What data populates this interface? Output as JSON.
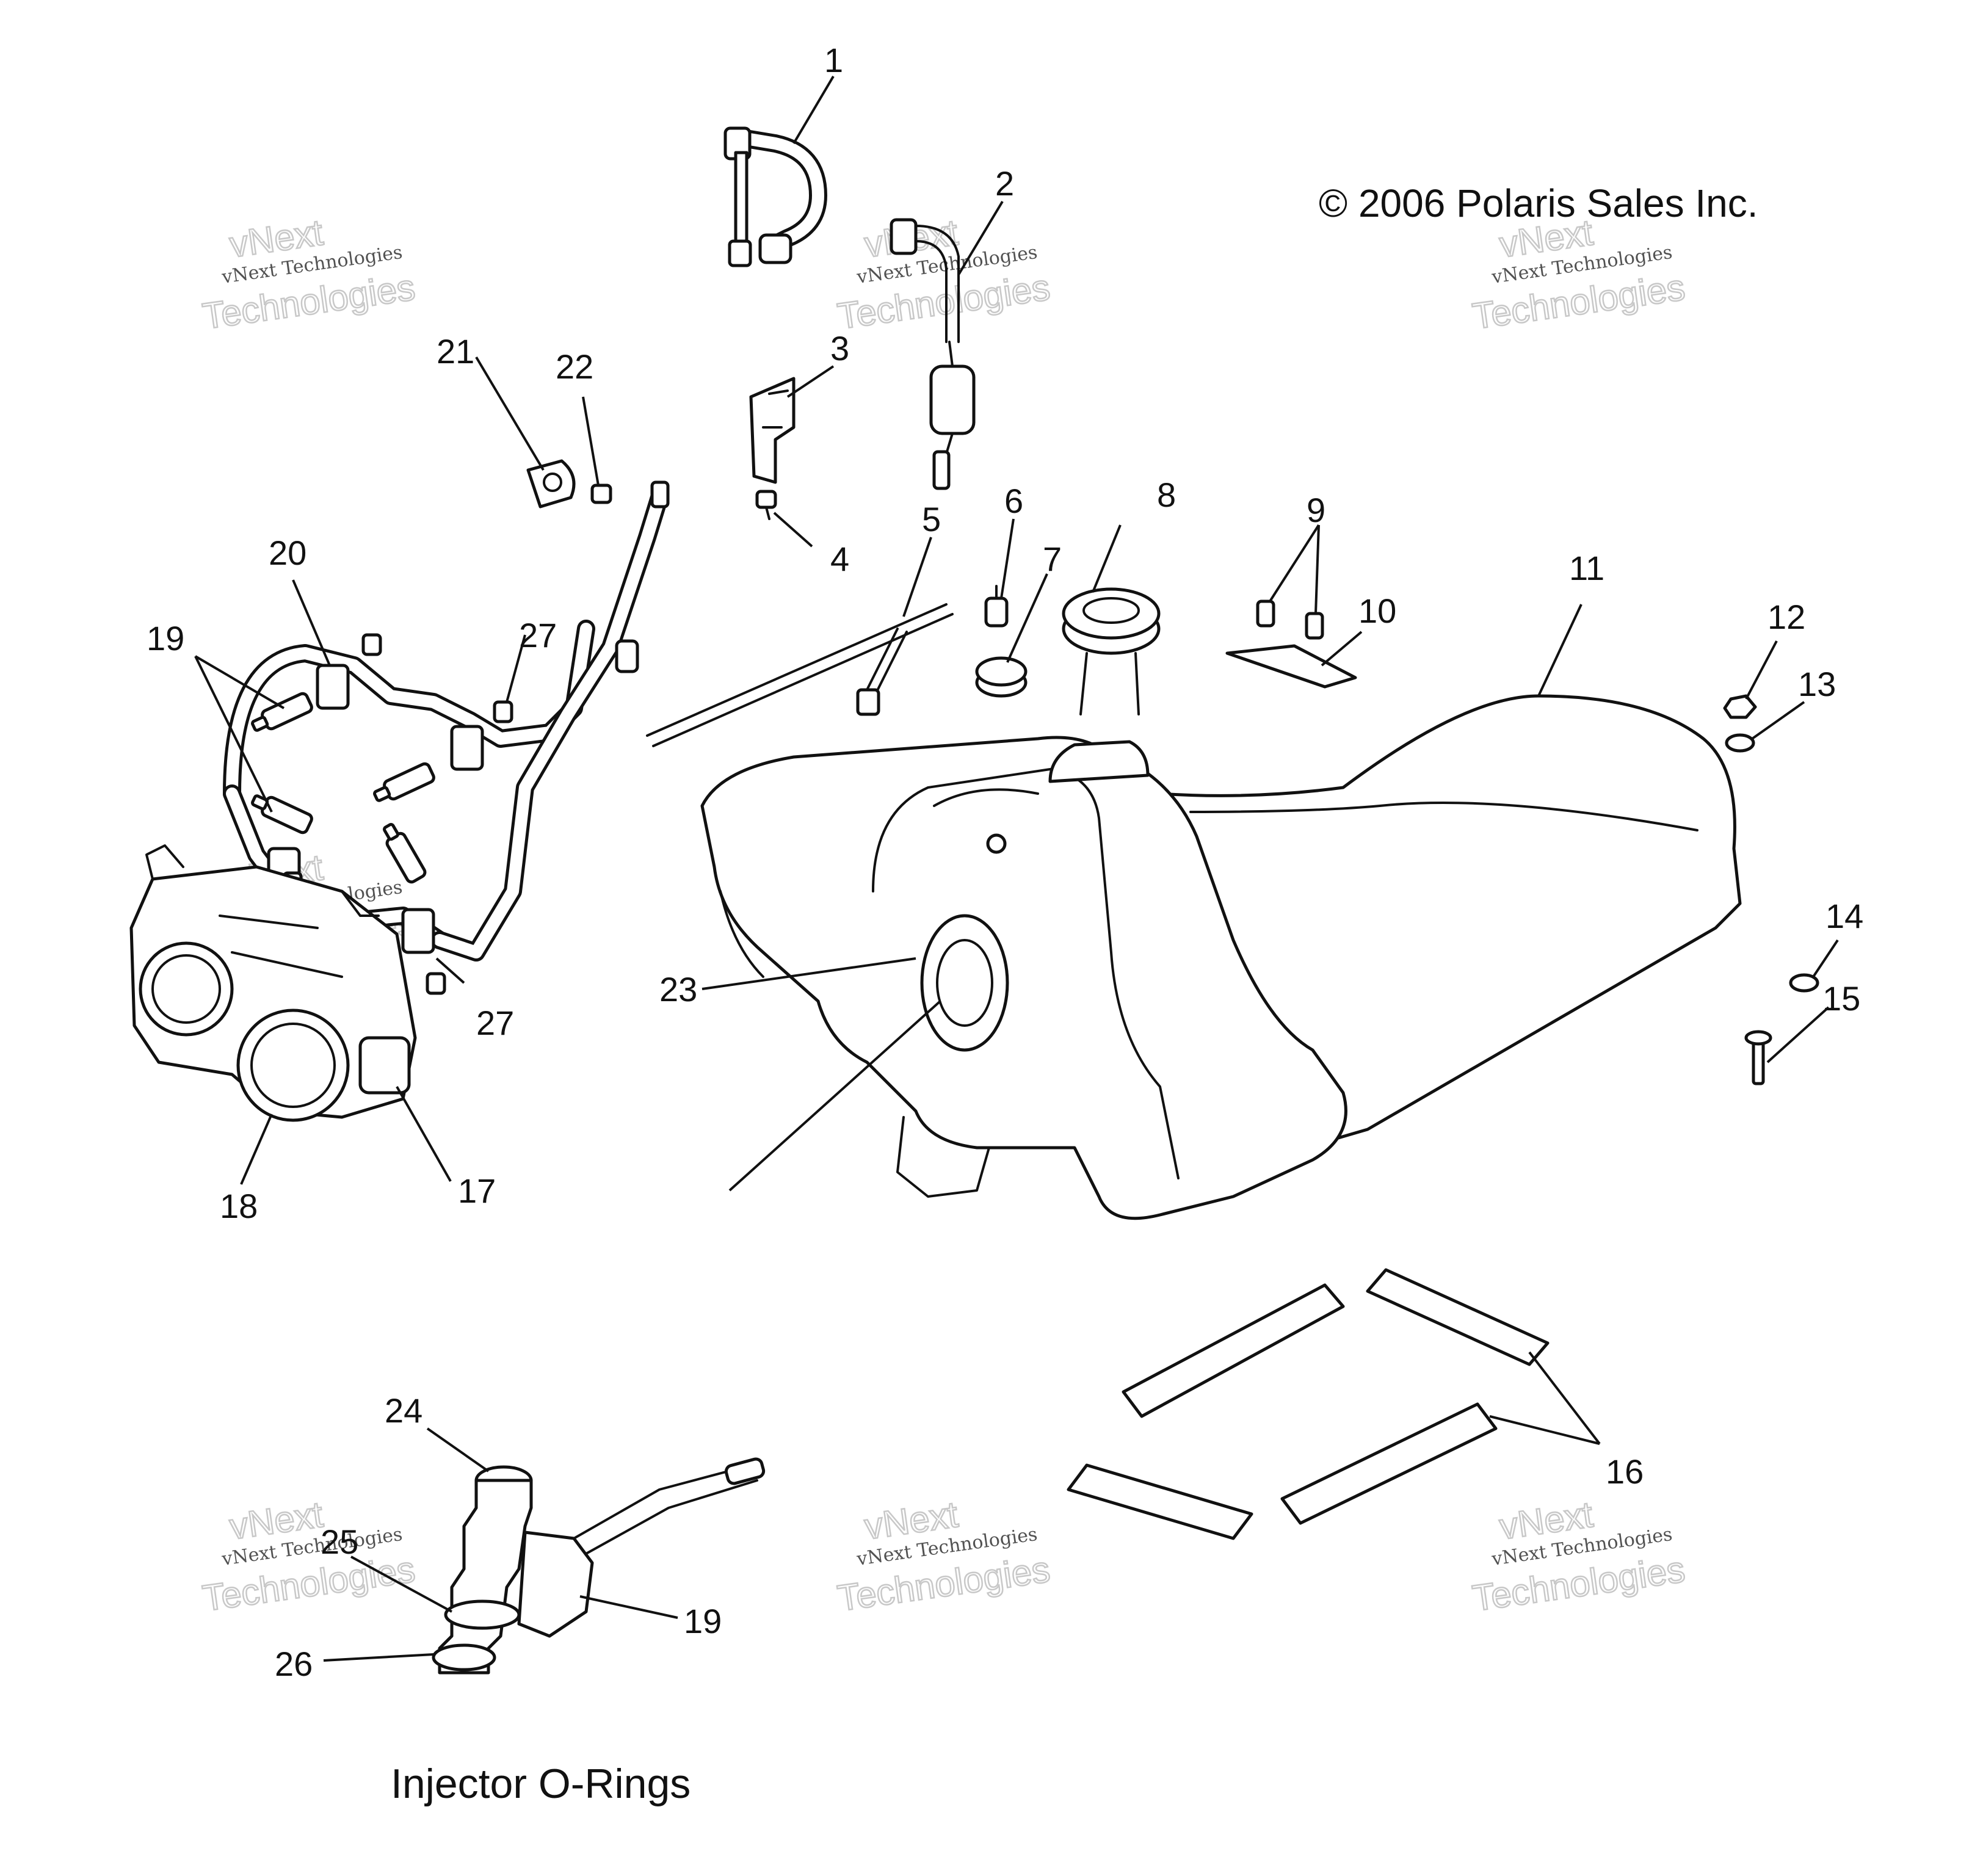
{
  "copyright": "© 2006 Polaris Sales Inc.",
  "caption": "Injector O-Rings",
  "watermark": {
    "line1": "vNext Technologies",
    "line2": "vNext",
    "line3": "Technologies"
  },
  "callouts": {
    "c1": "1",
    "c2": "2",
    "c3": "3",
    "c4": "4",
    "c5": "5",
    "c6": "6",
    "c7": "7",
    "c8": "8",
    "c9": "9",
    "c10": "10",
    "c11": "11",
    "c12": "12",
    "c13": "13",
    "c14": "14",
    "c15": "15",
    "c16": "16",
    "c17": "17",
    "c18": "18",
    "c19a": "19",
    "c19b": "19",
    "c20": "20",
    "c21": "21",
    "c22": "22",
    "c23": "23",
    "c24": "24",
    "c25": "25",
    "c26": "26",
    "c27a": "27",
    "c27b": "27"
  }
}
